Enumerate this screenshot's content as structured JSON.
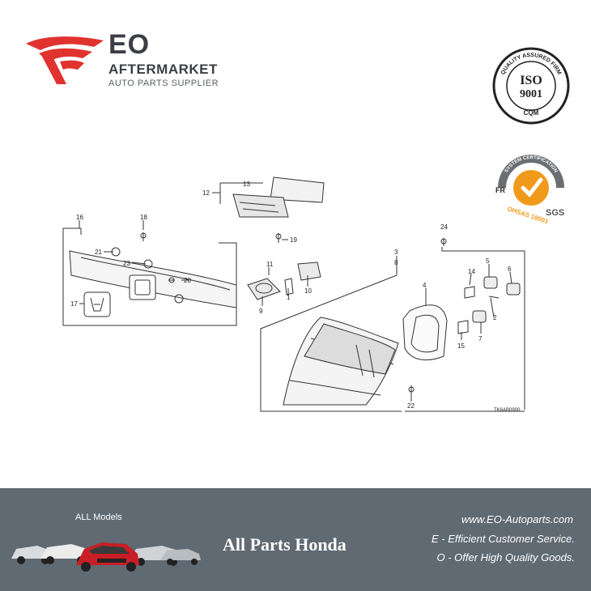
{
  "brand": {
    "name": "EO",
    "tagline": "AFTERMARKET",
    "subtitle": "AUTO PARTS SUPPLIER",
    "red": "#e0332f",
    "gray": "#3b3f44"
  },
  "certs": {
    "iso_top": "QUALITY ASSURED FIRM",
    "iso_main1": "ISO",
    "iso_main2": "9001",
    "iso_bottom": "CQM",
    "sys_top": "SYSTEM CERTIFICATION",
    "sys_arc": "OHSAS 18001",
    "sys_fr": "FR",
    "sys_sgs": "SGS"
  },
  "diagram": {
    "callouts": [
      "1",
      "2",
      "3",
      "4",
      "5",
      "6",
      "7",
      "8",
      "9",
      "10",
      "11",
      "12",
      "13",
      "14",
      "15",
      "16",
      "17",
      "18",
      "19",
      "20",
      "21",
      "22",
      "23",
      "24"
    ],
    "code": "TK6AB0900"
  },
  "footer": {
    "models_label": "ALL Models",
    "title": "All Parts Honda",
    "website": "www.EO-Autoparts.com",
    "line1": "E - Efficient Customer Service.",
    "line2": "O - Offer High Quality Goods.",
    "bg": "#5f6a73"
  }
}
